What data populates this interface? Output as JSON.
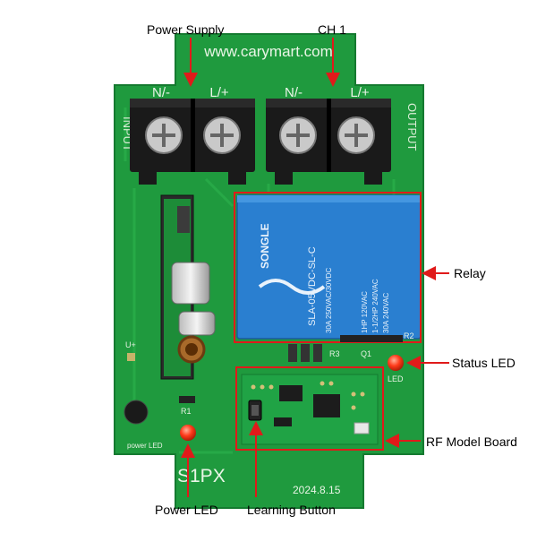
{
  "board": {
    "website": "www.carymart.com",
    "terminal_labels": [
      "N/-",
      "L/+",
      "N/-",
      "L/+"
    ],
    "side_left": "INPUT",
    "side_right": "OUTPUT",
    "model": "S1PX",
    "date": "2024.8.15",
    "relay": {
      "brand": "SONGLE",
      "part": "SLA-05VDC-SL-C",
      "rating1": "30A 250VAC/30VDC",
      "rating2": "1HP 120VAC",
      "rating3": "1-1/2HP 240VAC",
      "rating4": "30A 240VAC"
    },
    "silkscreen": {
      "r1": "R1",
      "r2": "R2",
      "r3": "R3",
      "q1": "Q1",
      "led": "LED",
      "power_led": "power LED",
      "u_plus": "U+"
    }
  },
  "callouts": {
    "power_supply": "Power Supply",
    "ch1": "CH 1",
    "relay": "Relay",
    "status_led": "Status LED",
    "rf_model_board": "RF Model Board",
    "power_led": "Power LED",
    "learning_button": "Learning Button"
  },
  "colors": {
    "pcb": "#1f9a3e",
    "pcb_dark": "#17792f",
    "relay": "#2a7fd0",
    "terminal": "#1a1a1a",
    "highlight": "#e01a1a",
    "led": "#ff3a1a"
  }
}
